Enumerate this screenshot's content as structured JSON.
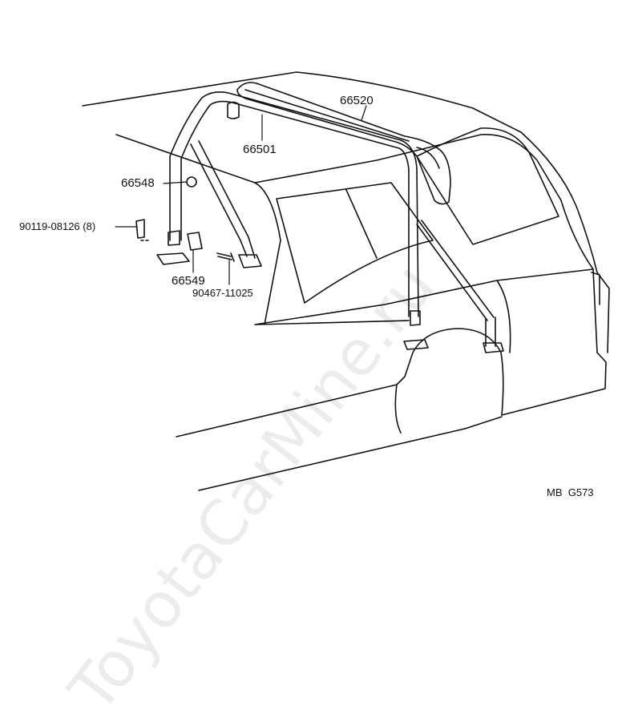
{
  "callouts": {
    "roll_bar": "66520",
    "roll_bar_pad": "66501",
    "cap": "66548",
    "bolt": "90119-08126 (8)",
    "bracket": "66549",
    "screw": "90467-11025"
  },
  "figure_code": "MB  G573",
  "watermark": "ToyotaCarMine.ru"
}
